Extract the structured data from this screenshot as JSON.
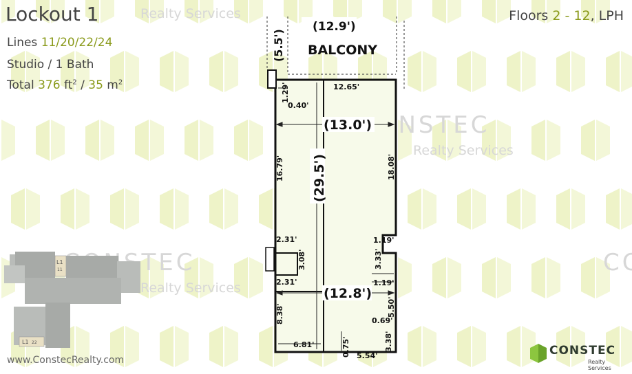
{
  "header": {
    "unit_title": "Lockout 1",
    "lines_label": "Lines",
    "lines_value": "11/20/22/24",
    "unit_type": "Studio / 1 Bath",
    "total_label": "Total",
    "area_ft_value": "376",
    "area_ft_unit": "ft",
    "area_m_value": "35",
    "area_m_unit": "m",
    "area_sep": " / ",
    "area_exp": "2",
    "floors_label": "Floors",
    "floors_range": "2 - 12",
    "floors_extra": ", LPH"
  },
  "watermark": {
    "brand": "CONSTEC",
    "realty": "Realty Services"
  },
  "plan": {
    "balcony_label": "BALCONY",
    "balcony_width": "(12.9')",
    "balcony_depth": "(5.5')",
    "overall_width": "(13.0')",
    "overall_length": "(29.5')",
    "lower_width": "(12.8')",
    "dims": {
      "d_1_29": "1.29'",
      "d_0_40": "0.40'",
      "d_12_65": "12.65'",
      "d_16_79": "16.79'",
      "d_18_08": "18.08'",
      "d_2_31_top": "2.31'",
      "d_3_08": "3.08'",
      "d_2_31_bottom": "2.31'",
      "d_1_19_top": "1.19'",
      "d_3_33": "3.33'",
      "d_1_19_bottom": "1.19'",
      "d_8_38": "8.38'",
      "d_5_50": "5.50'",
      "d_0_69": "0.69'",
      "d_3_38": "3.38'",
      "d_6_81": "6.81'",
      "d_0_75": "0.75'",
      "d_5_54": "5.54'"
    }
  },
  "keyplan": {
    "label_top_unit": "L1",
    "label_top_line": "11",
    "label_bottom_unit": "L1",
    "label_bottom_line": "22"
  },
  "footer": {
    "website": "www.ConstecRealty.com",
    "logo_brand": "CONSTEC",
    "logo_sub": "Realty Services"
  },
  "colors": {
    "watermark_green": "#eef3c8",
    "accent": "#8a9a1b",
    "wall_line": "#111111",
    "wall_fill_tint": "#f1f6cf"
  }
}
